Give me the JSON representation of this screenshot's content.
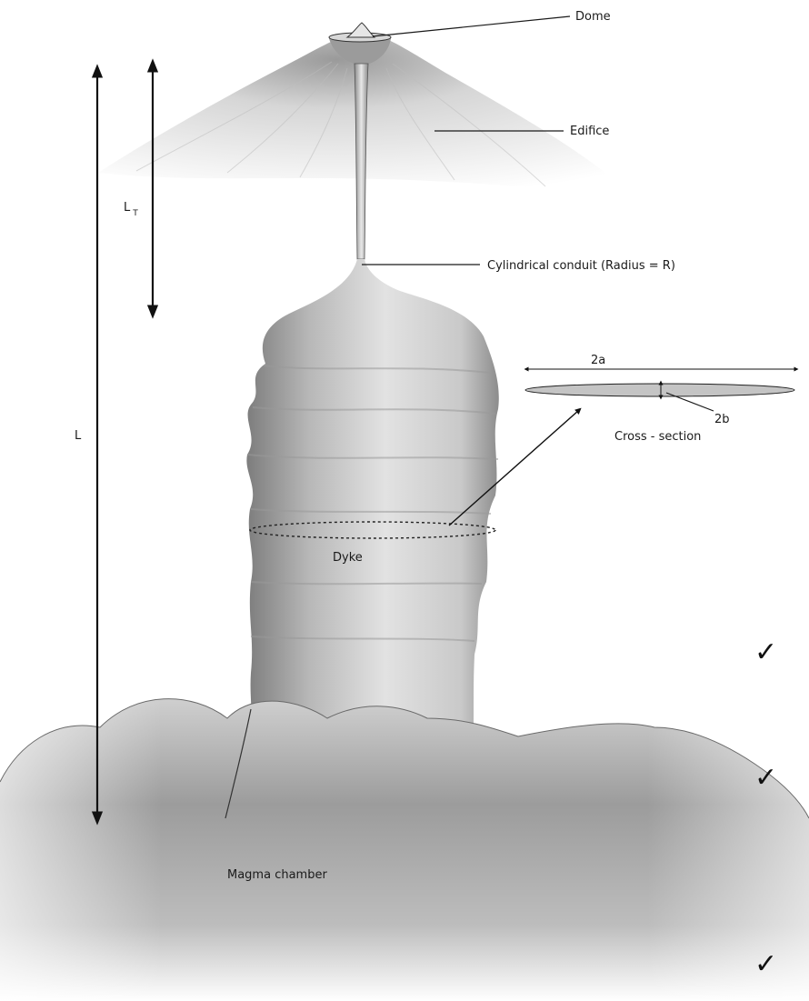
{
  "labels": {
    "dome": "Dome",
    "edifice": "Edifice",
    "conduit": "Cylindrical conduit (Radius = R)",
    "dyke": "Dyke",
    "magma_chamber": "Magma chamber",
    "cross_section": "Cross - section",
    "width": "2a",
    "thickness": "2b",
    "length_total": "L",
    "length_conduit_main": "L",
    "length_conduit_sub": "T"
  },
  "marks": [
    "✓",
    "✓",
    "✓"
  ],
  "colors": {
    "rock_light": "#f4f4f4",
    "rock_mid": "#bdbdbd",
    "rock_dark": "#6f6f6f",
    "ink": "#111111"
  }
}
